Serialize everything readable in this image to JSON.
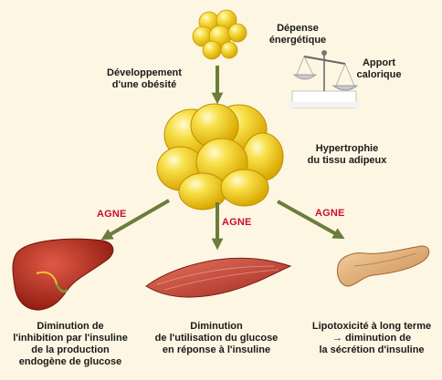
{
  "labels": {
    "depense": [
      "Dépense",
      "énergétique"
    ],
    "apport": [
      "Apport",
      "calorique"
    ],
    "obesite": [
      "Développement",
      "d'une obésité"
    ],
    "hypertrophie": [
      "Hypertrophie",
      "du tissu adipeux"
    ],
    "foie": [
      "Diminution de",
      "l'inhibition par l'insuline",
      "de la production",
      "endogène de glucose"
    ],
    "muscle": [
      "Diminution",
      "de l'utilisation du glucose",
      "en réponse à l'insuline"
    ],
    "pancreas": [
      "Lipotoxicité à long terme",
      "→ diminution de",
      "la sécrétion d'insuline"
    ]
  },
  "agne": {
    "left": "AGNE",
    "center": "AGNE",
    "right": "AGNE"
  },
  "colors": {
    "background": "#fdf6e3",
    "arrow": "#6b7d3a",
    "agne_text": "#c8102e",
    "fat": "#f3d10f",
    "liver": "#b32417",
    "muscle": "#c8483c",
    "pancreas": "#e3b07a"
  }
}
